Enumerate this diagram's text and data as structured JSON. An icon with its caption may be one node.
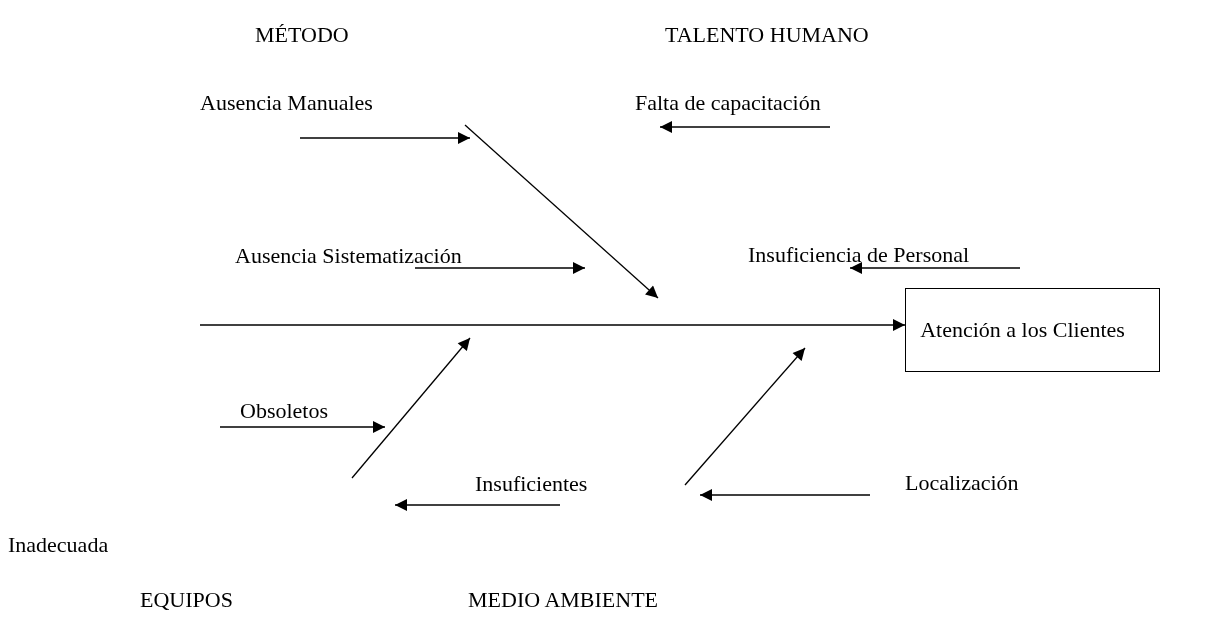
{
  "diagram": {
    "nodes": [
      {
        "text": [
          "Ausencia Manuales"
        ]
      },
      {
        "text": [
          "Falta de capacitación"
        ]
      },
      {
        "text": [
          "Ausencia Sistematización"
        ]
      },
      {
        "text": [
          "Insuficiencia de Personal"
        ]
      },
      {
        "text": [
          "Atención a los Clientes"
        ]
      },
      {
        "text": [
          "Obsoletos"
        ]
      },
      {
        "text": [
          "Insuficientes"
        ]
      },
      {
        "text": [
          "Localización"
        ]
      }
    ],
    "edges": [
      {
        "from": 0,
        "to": null,
        "arrow": "to"
      },
      {
        "from": null,
        "to": 1,
        "arrow": "to"
      },
      {
        "from": 2,
        "to": null,
        "arrow": "to"
      },
      {
        "from": null,
        "to": 3,
        "arrow": "to"
      },
      {
        "from": null,
        "to": 4,
        "arrow": "to"
      },
      {
        "from": 5,
        "to": null,
        "arrow": "to"
      },
      {
        "from": 6,
        "to": null,
        "arrow": "to"
      },
      {
        "from": 7,
        "to": null,
        "arrow": "to"
      }
    ],
    "labels": [
      "MÉTODO",
      "TALENTO HUMANO",
      "Inadecuada",
      "EQUIPOS",
      "MEDIO AMBIENTE"
    ]
  }
}
